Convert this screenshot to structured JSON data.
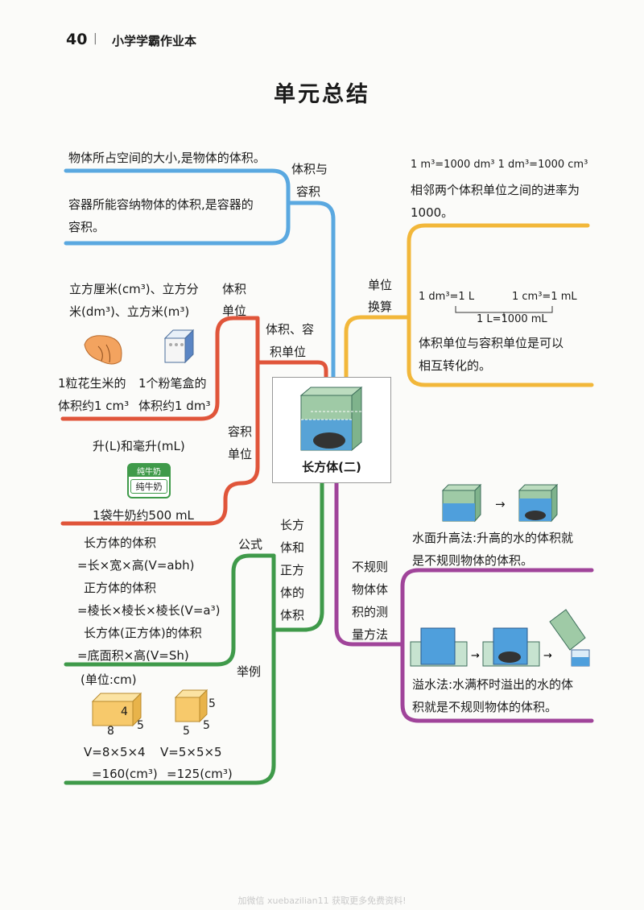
{
  "header": {
    "page_number": "40",
    "separator": "|",
    "book_title": "小学学霸作业本"
  },
  "title": "单元总结",
  "center": {
    "label": "长方体(二)"
  },
  "branches": {
    "volume_capacity": {
      "label_1": "体积与",
      "label_2": "容积",
      "def_volume": "物体所占空间的大小,是物体的体积。",
      "def_capacity_1": "容器所能容纳物体的体积,是容器的",
      "def_capacity_2": "容积。"
    },
    "units": {
      "label_1": "体积、容",
      "label_2": "积单位",
      "volume_unit_label_1": "体积",
      "volume_unit_label_2": "单位",
      "volume_units_1": "立方厘米(cm³)、立方分",
      "volume_units_2": "米(dm³)、立方米(m³)",
      "peanut_1": "1粒花生米的",
      "peanut_2": "体积约1 cm³",
      "chalk_1": "1个粉笔盒的",
      "chalk_2": "体积约1 dm³",
      "capacity_unit_label_1": "容积",
      "capacity_unit_label_2": "单位",
      "capacity_units": "升(L)和毫升(mL)",
      "milk_top": "纯牛奶",
      "milk_main": "纯牛奶",
      "milk_caption": "1袋牛奶约500 mL"
    },
    "conversion": {
      "label_1": "单位",
      "label_2": "换算",
      "line_1": "1 m³=1000 dm³    1 dm³=1000 cm³",
      "line_2": "相邻两个体积单位之间的进率为",
      "line_3": "1000。",
      "eq_1": "1 dm³=1 L",
      "eq_2": "1 cm³=1 mL",
      "eq_3": "1 L=1000 mL",
      "note_1": "体积单位与容积单位是可以",
      "note_2": "相互转化的。"
    },
    "formulas": {
      "label_1": "长方",
      "label_2": "体和",
      "label_3": "正方",
      "label_4": "体的",
      "label_5": "体积",
      "formula_label": "公式",
      "f1": "长方体的体积",
      "f2": "=长×宽×高(V=abh)",
      "f3": "正方体的体积",
      "f4": "=棱长×棱长×棱长(V=a³)",
      "f5": "长方体(正方体)的体积",
      "f6": "=底面积×高(V=Sh)",
      "example_label": "举例",
      "unit_note": "(单位:cm)",
      "cuboid_dims": [
        "4",
        "8",
        "5"
      ],
      "cube_dims": [
        "5",
        "5",
        "5"
      ],
      "calc_1a": "V=8×5×4",
      "calc_1b": "=160(cm³)",
      "calc_2a": "V=5×5×5",
      "calc_2b": "=125(cm³)"
    },
    "irregular": {
      "label_1": "不规则",
      "label_2": "物体体",
      "label_3": "积的测",
      "label_4": "量方法",
      "arrow": "→",
      "rise_1": "水面升高法:升高的水的体积就",
      "rise_2": "是不规则物体的体积。",
      "overflow_1": "溢水法:水满杯时溢出的水的体",
      "overflow_2": "积就是不规则物体的体积。"
    }
  },
  "footer": "加微信 xuebazilian11 获取更多免费资料!",
  "colors": {
    "blue": "#5aa8e0",
    "red": "#e0553a",
    "orange": "#f2b73a",
    "green": "#3f9a4a",
    "purple": "#a0449a",
    "water": "#4f9fdc"
  }
}
